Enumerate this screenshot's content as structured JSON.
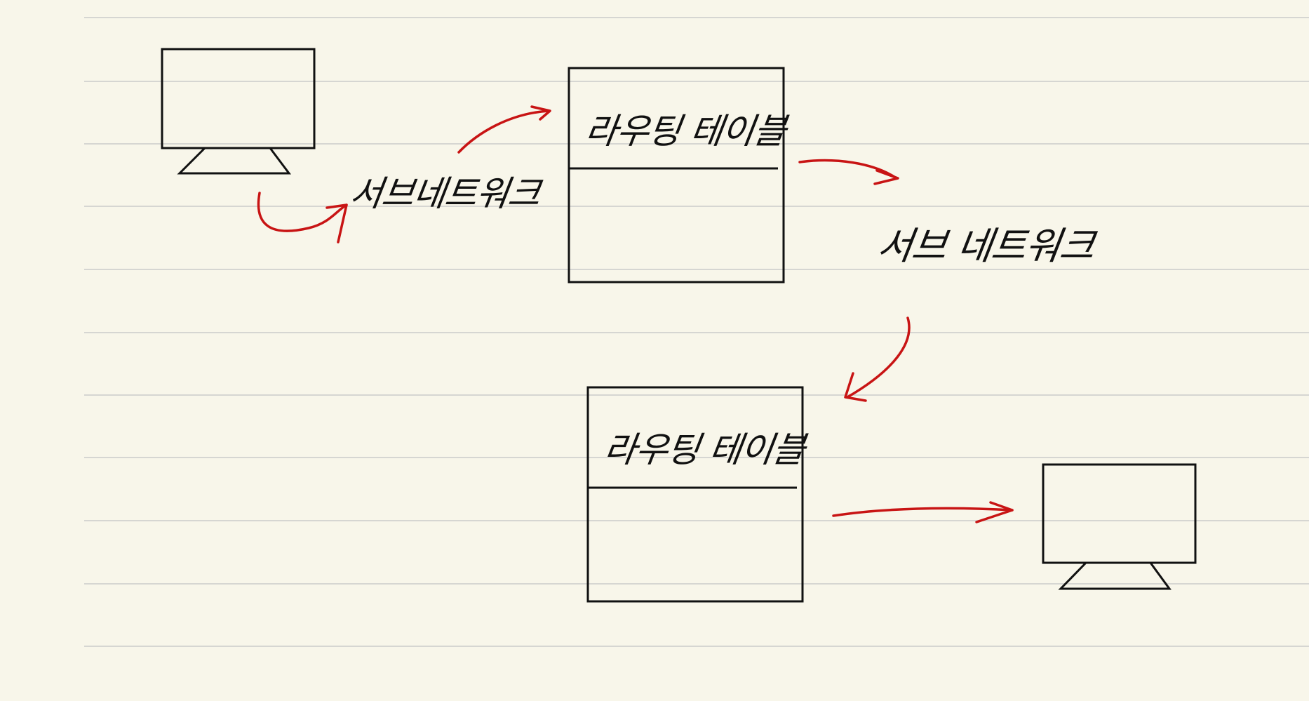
{
  "diagram": {
    "nodes": {
      "computer_source": {
        "icon": "monitor-icon"
      },
      "subnet_1": {
        "label": "서브네트워크"
      },
      "routing_table_1": {
        "label": "라우팅 테이블"
      },
      "subnet_2": {
        "label": "서브 네트워크"
      },
      "routing_table_2": {
        "label": "라우팅 테이블"
      },
      "computer_destination": {
        "icon": "monitor-icon"
      }
    },
    "colors": {
      "background": "#f8f6ea",
      "ruled_line": "#d6d6d2",
      "ink": "#111111",
      "arrow": "#c81414"
    }
  }
}
